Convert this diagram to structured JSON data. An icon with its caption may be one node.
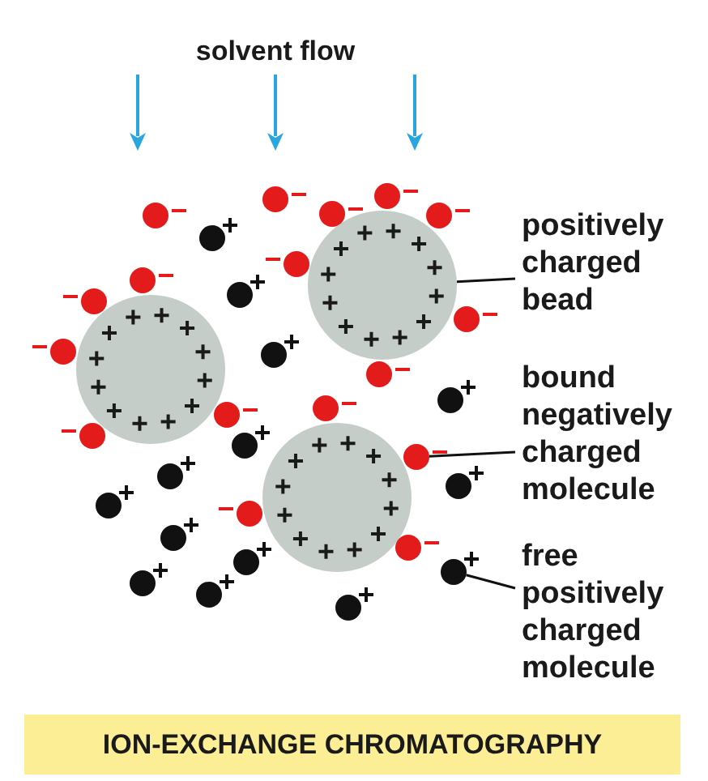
{
  "diagram": {
    "caption": "ION-EXCHANGE CHROMATOGRAPHY",
    "nodes": [
      {
        "text": [
          "positively charged bead"
        ]
      },
      {
        "text": [],
        "shape": "circle"
      },
      {
        "text": [
          "bound negatively charged molecule"
        ]
      },
      {
        "text": [],
        "shape": "circle"
      },
      {
        "text": [
          "free positively charged molecule"
        ]
      },
      {
        "text": [],
        "shape": "circle"
      }
    ],
    "edges": [
      {
        "from": 0,
        "to": 1,
        "arrow": "none"
      },
      {
        "from": 2,
        "to": 3,
        "arrow": "none"
      },
      {
        "from": 4,
        "to": 5,
        "arrow": "none"
      }
    ],
    "labels": [
      "solvent flow"
    ]
  }
}
